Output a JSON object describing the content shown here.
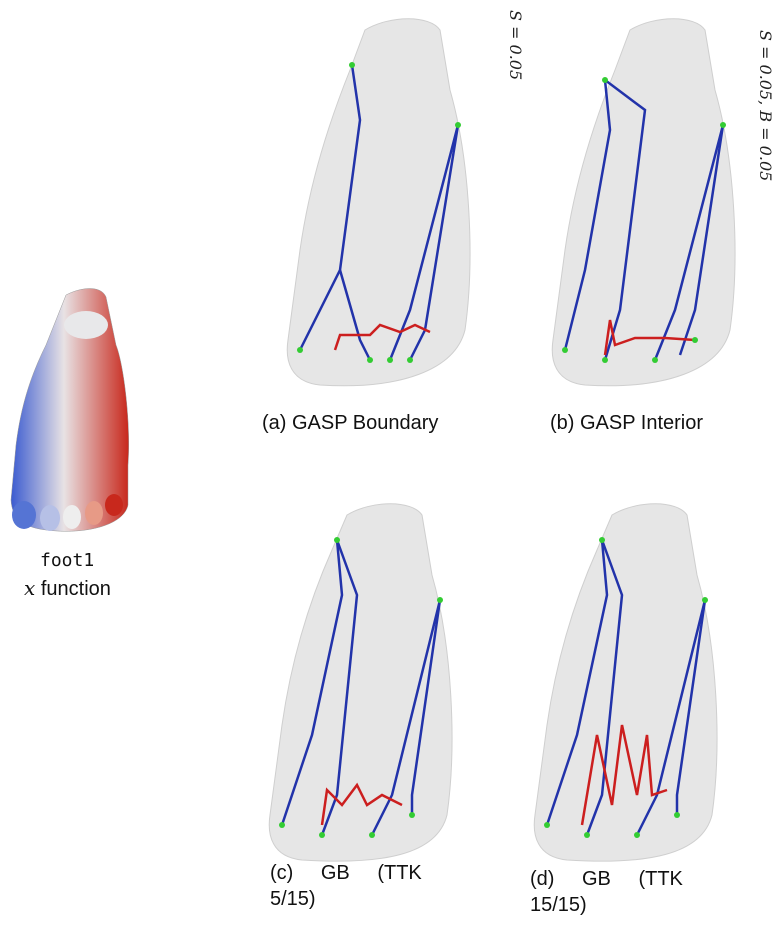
{
  "left": {
    "dataset": "foot1",
    "function_var": "x",
    "function_word": "function"
  },
  "panels": [
    {
      "id": "a",
      "caption": "(a) GASP Boundary",
      "param_label": "S = 0.05"
    },
    {
      "id": "b",
      "caption": "(b) GASP Interior",
      "param_label": "S = 0.05, B = 0.05"
    },
    {
      "id": "c",
      "caption_line1": "(c) GB (TTK",
      "caption_line2": "5/15)"
    },
    {
      "id": "d",
      "caption_line1": "(d) GB (TTK",
      "caption_line2": "15/15)"
    }
  ],
  "colors": {
    "mesh": "#e6e6e6",
    "edge_blue": "#2233aa",
    "edge_red": "#cc1f1f",
    "node_green": "#33cc33",
    "heat_cold": "#3b5bd0",
    "heat_hot": "#c8281c"
  }
}
